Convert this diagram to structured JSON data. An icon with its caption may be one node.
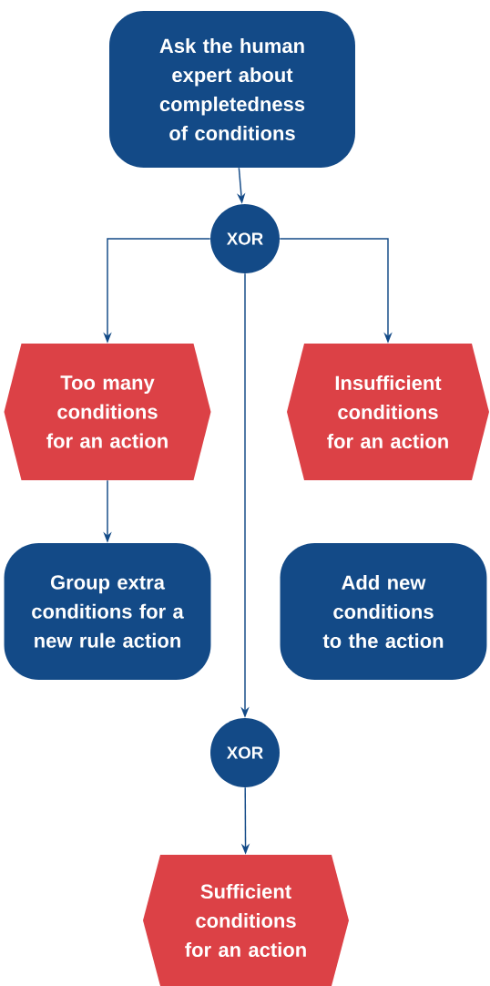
{
  "diagram": {
    "nodes": [
      {
        "text": [
          "Ask the human expert about completedness of conditions"
        ]
      },
      {
        "text": [
          "XOR"
        ]
      },
      {
        "text": [
          "Too many conditions for an action"
        ]
      },
      {
        "text": [
          "Insufficient conditions for an action"
        ]
      },
      {
        "text": [
          "Group extra conditions for a new rule action"
        ]
      },
      {
        "text": [
          "Add new conditions to the action"
        ]
      },
      {
        "text": [
          "XOR"
        ]
      },
      {
        "text": [
          "Sufficient conditions for an action"
        ]
      }
    ],
    "edges": [
      {
        "from": 0,
        "to": 1,
        "arrow": "to"
      },
      {
        "from": 1,
        "to": 2,
        "arrow": "to"
      },
      {
        "from": 1,
        "to": 3,
        "arrow": "to"
      },
      {
        "from": 1,
        "to": 6,
        "arrow": "to"
      },
      {
        "from": 2,
        "to": 4,
        "arrow": "to"
      },
      {
        "from": 6,
        "to": 7,
        "arrow": "to"
      }
    ]
  }
}
